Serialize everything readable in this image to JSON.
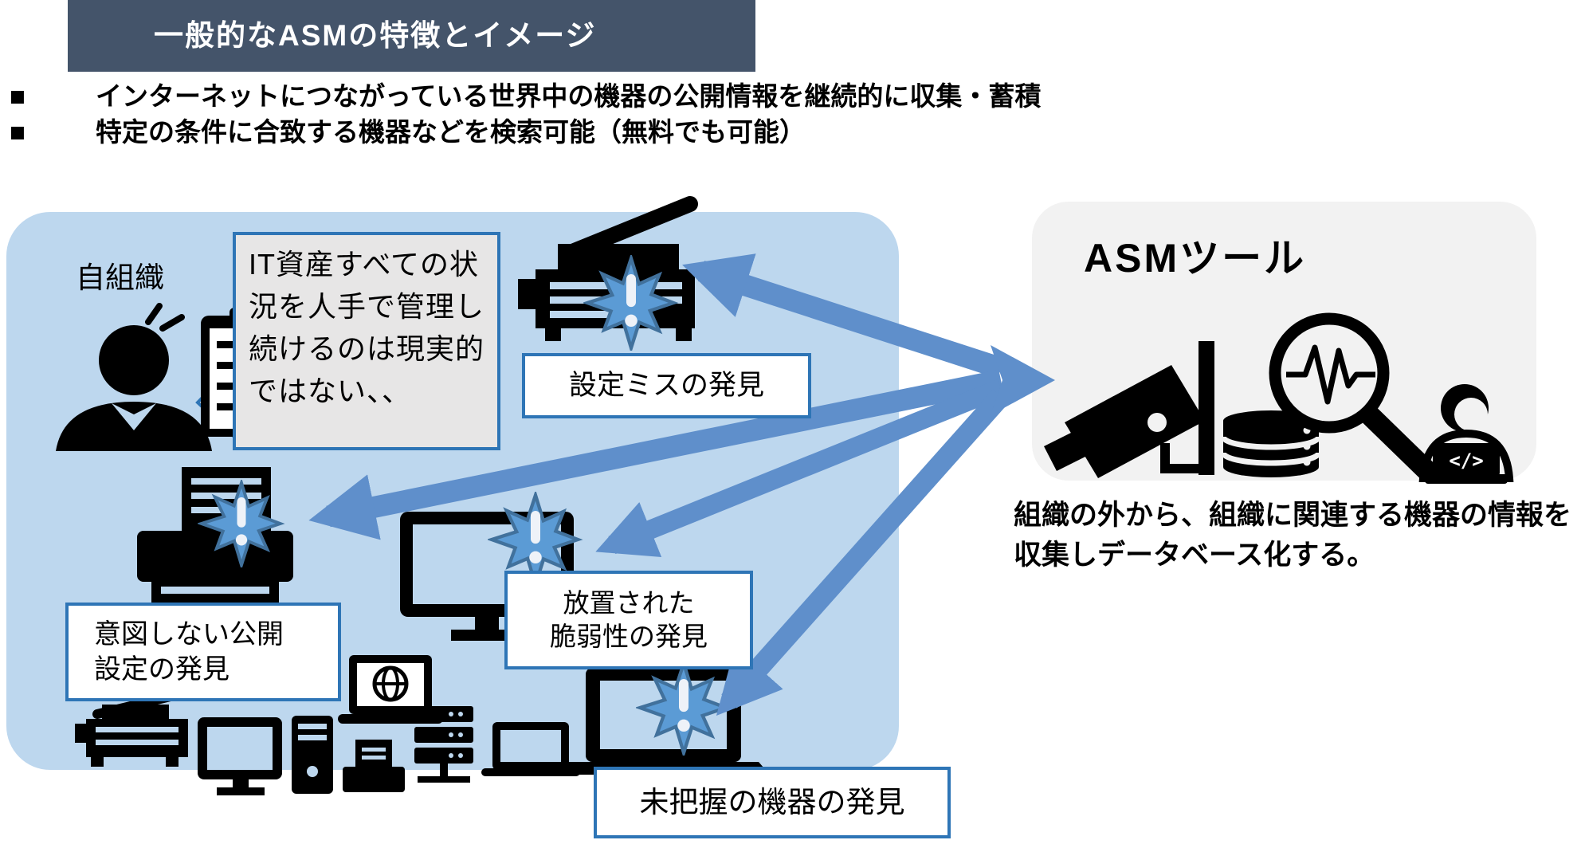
{
  "colors": {
    "header_bg": "#44546a",
    "org_box_bg": "#bdd7ee",
    "asm_box_bg": "#f2f2f2",
    "box_border": "#2e75b6",
    "bubble_bg": "#e7e6e6",
    "arrow_blue": "#5f8fcb",
    "burst_fill": "#5b9bd5",
    "burst_stroke": "#41719c",
    "icon_black": "#000000"
  },
  "header": {
    "title": "一般的なASMの特徴とイメージ"
  },
  "bullets": {
    "marker": "■",
    "items": [
      "インターネットにつながっている世界中の機器の公開情報を継続的に収集・蓄積",
      "特定の条件に合致する機器などを検索可能（無料でも可能）"
    ]
  },
  "org": {
    "label": "自組織",
    "bubble": "IT資産すべての状況を人手で管理し続けるのは現実的ではない、、",
    "findings": {
      "misconfig": "設定ミスの発見",
      "vuln_line1": "放置された",
      "vuln_line2": "脆弱性の発見",
      "exposure_line1": "意図しない公開",
      "exposure_line2": "設定の発見",
      "unknown": "未把握の機器の発見"
    }
  },
  "asm": {
    "title": "ASMツール",
    "description": "組織の外から、組織に関連する機器の情報を収集しデータベース化する。",
    "code_glyph": "</>"
  },
  "icons": {
    "exclamation": "!",
    "names": [
      "alert-burst",
      "it-admin-with-checklist",
      "copier",
      "printer",
      "desktop-pc",
      "laptop-globe",
      "laptop",
      "server-rack",
      "surveillance-camera",
      "magnifier-pulse",
      "database",
      "person-at-laptop"
    ]
  }
}
